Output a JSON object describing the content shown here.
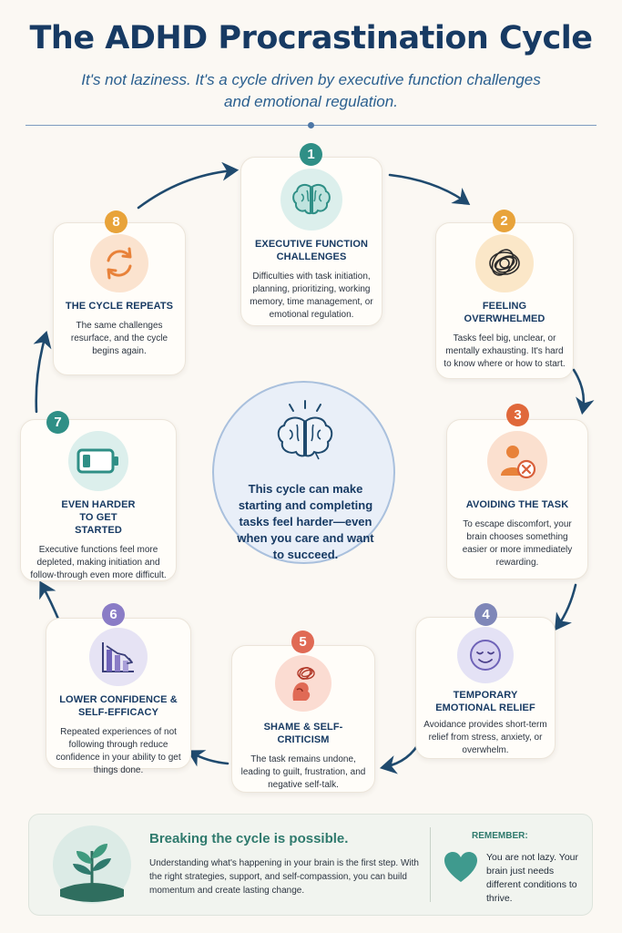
{
  "header": {
    "title": "The ADHD Procrastination Cycle",
    "subtitle": "It's not laziness. It's a cycle driven by executive function challenges and emotional regulation."
  },
  "colors": {
    "navy": "#173a63",
    "teal": "#2f8f86",
    "orange": "#e8823a",
    "purple": "#8a7cc6",
    "red": "#e06a55",
    "arrow": "#1f4a6e"
  },
  "steps": [
    {
      "number": "1",
      "icon": "brain-icon",
      "title": "EXECUTIVE FUNCTION CHALLENGES",
      "description": "Difficulties with task initiation, planning, prioritizing, working memory, time management, or emotional regulation."
    },
    {
      "number": "2",
      "icon": "tangled-scribble-icon",
      "title": "FEELING OVERWHELMED",
      "description": "Tasks feel big, unclear, or mentally exhausting. It's hard to know where or how to start."
    },
    {
      "number": "3",
      "icon": "person-avoid-icon",
      "title": "AVOIDING THE TASK",
      "description": "To escape discomfort, your brain chooses something easier or more immediately rewarding."
    },
    {
      "number": "4",
      "icon": "relieved-face-icon",
      "title": "TEMPORARY EMOTIONAL RELIEF",
      "description": "Avoidance provides short-term relief from stress, anxiety, or overwhelm."
    },
    {
      "number": "5",
      "icon": "shame-head-icon",
      "title": "SHAME & SELF-CRITICISM",
      "description": "The task remains undone, leading to guilt, frustration, and negative self-talk."
    },
    {
      "number": "6",
      "icon": "declining-chart-icon",
      "title": "LOWER CONFIDENCE & SELF-EFFICACY",
      "description": "Repeated experiences of not following through reduce confidence in your ability to get things done."
    },
    {
      "number": "7",
      "icon": "low-battery-icon",
      "title": "EVEN HARDER TO GET STARTED",
      "description": "Executive functions feel more depleted, making initiation and follow-through even more difficult."
    },
    {
      "number": "8",
      "icon": "cycle-arrows-icon",
      "title": "THE CYCLE REPEATS",
      "description": "The same challenges resurface, and the cycle begins again."
    }
  ],
  "center": {
    "icon": "glowing-brain-icon",
    "text": "This cycle can make starting and completing tasks feel harder—even when you care and want to succeed."
  },
  "footer": {
    "icon": "seedling-icon",
    "title": "Breaking the cycle is possible.",
    "text": "Understanding what's happening in your brain is the first step. With the right strategies, support, and self-compassion, you can build momentum and create lasting change.",
    "remember_label": "REMEMBER:",
    "remember_icon": "heart-icon",
    "remember_text": "You are not lazy. Your brain just needs different conditions to thrive."
  }
}
